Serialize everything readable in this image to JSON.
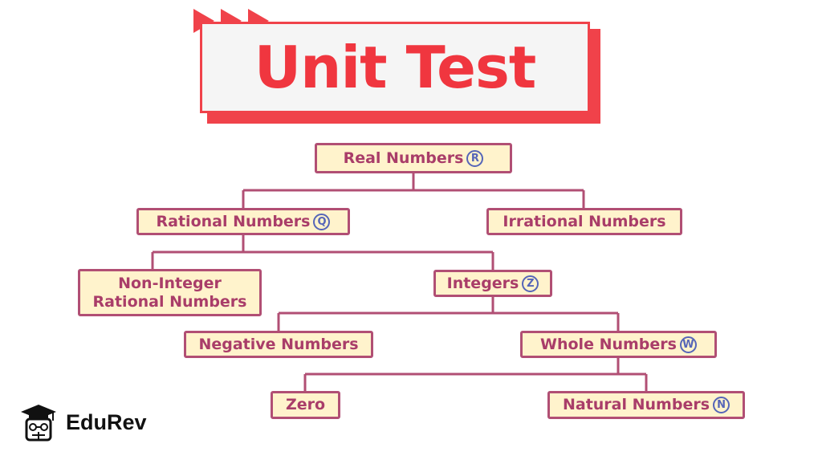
{
  "title": "Unit Test",
  "nodes": {
    "real": {
      "label": "Real Numbers",
      "symbol": "R"
    },
    "rational": {
      "label": "Rational Numbers",
      "symbol": "Q"
    },
    "irrational": {
      "label": "Irrational Numbers"
    },
    "non_integer": {
      "line1": "Non-Integer",
      "line2": "Rational Numbers"
    },
    "integers": {
      "label": "Integers",
      "symbol": "Z"
    },
    "negative": {
      "label": "Negative Numbers"
    },
    "whole": {
      "label": "Whole Numbers",
      "symbol": "W"
    },
    "zero": {
      "label": "Zero"
    },
    "natural": {
      "label": "Natural Numbers",
      "symbol": "N"
    }
  },
  "brand": {
    "name": "EduRev"
  },
  "colors": {
    "title_red": "#f0363f",
    "node_fill": "#fff3cc",
    "node_border": "#b14f74",
    "node_text": "#a93d69",
    "symbol_blue": "#5565b8"
  }
}
